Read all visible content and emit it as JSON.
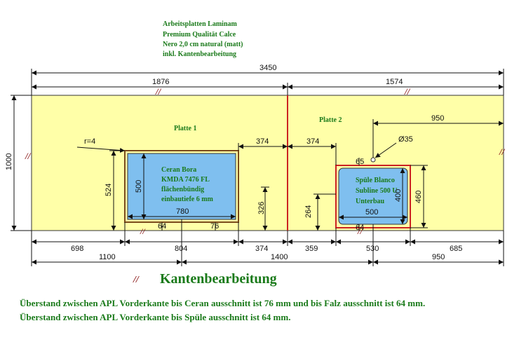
{
  "spec": {
    "line1": "Arbeitsplatten Laminam",
    "line2": "Premium Qualität Calce",
    "line3": "Nero 2,0 cm natural (matt)",
    "line4": "inkl. Kantenbearbeitung"
  },
  "dims": {
    "total": "3450",
    "part1": "1876",
    "part2": "1574",
    "depth": "1000",
    "sink_right": "950",
    "radius": "r=4",
    "left_374": "374",
    "mid_374": "374",
    "hole": "Ø35",
    "cutout_depth": "524",
    "cooktop_depth": "500",
    "cooktop_width": "780",
    "dim_326": "326",
    "dim_64a": "64",
    "dim_76": "76",
    "dim_264": "264",
    "sink_width_inner": "500",
    "sink_depth_inner": "400",
    "sink_460": "460",
    "dim_65": "65",
    "dim_64b": "64",
    "b_698": "698",
    "b_804": "804",
    "b_374": "374",
    "b_359": "359",
    "b_530": "530",
    "b_685": "685",
    "b_1100": "1100",
    "b_1400": "1400",
    "b_950": "950"
  },
  "platte1": {
    "label": "Platte 1"
  },
  "platte2": {
    "label": "Platte 2"
  },
  "cooktop": {
    "line1": "Ceran Bora",
    "line2": "KMDA 7476 FL",
    "line3": "flächenbündig",
    "line4": "einbautiefe 6 mm"
  },
  "sink": {
    "line1": "Spüle Blanco",
    "line2": "Subline 500 U",
    "line3": "Unterbau"
  },
  "edge_marker": "//",
  "heading": "Kantenbearbeitung",
  "notes": {
    "n1": "Überstand zwischen APL Vorderkante bis Ceran ausschnitt ist 76 mm und bis Falz ausschnitt ist 64 mm.",
    "n2": "Überstand zwischen APL Vorderkante bis Spüle ausschnitt ist 64 mm."
  },
  "colors": {
    "counter": "#ffffa8",
    "cutout": "#7fbfef",
    "divider": "#cc2222",
    "text_green": "#1a7a1a",
    "frame_brown": "#7a4a1a"
  }
}
